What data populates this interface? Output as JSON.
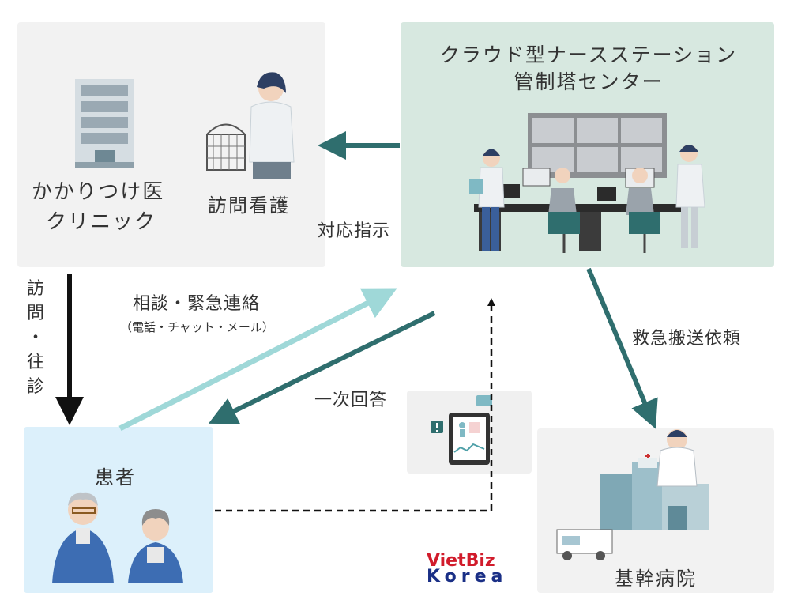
{
  "nodes": {
    "clinic": {
      "line1": "かかりつけ医",
      "line2": "クリニック"
    },
    "nurse": {
      "label": "訪問看護"
    },
    "center": {
      "line1": "クラウド型ナースステーション",
      "line2": "管制塔センター"
    },
    "patient": {
      "label": "患者"
    },
    "hospital": {
      "label": "基幹病院"
    }
  },
  "edges": {
    "instruction": "対応指示",
    "visit": [
      "訪",
      "問",
      "・",
      "往",
      "診"
    ],
    "consult_main": "相談・緊急連絡",
    "consult_sub": "（電話・チャット・メール）",
    "first_reply": "一次回答",
    "ambulance": "救急搬送依頼"
  },
  "logo": {
    "part1": "VietBiz",
    "part2": "Korea"
  },
  "colors": {
    "teal_dark": "#2f6e6e",
    "teal_light": "#9fd8d8",
    "center_bg": "#d7e8e0",
    "patient_bg": "#dcf0fb",
    "gray_bg": "#f2f2f2"
  }
}
